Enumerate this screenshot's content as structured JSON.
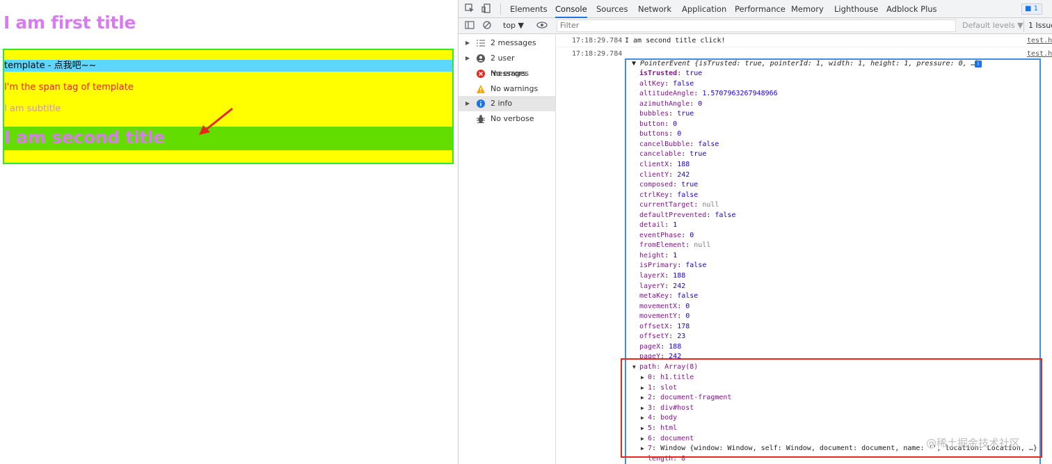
{
  "page": {
    "first_title": "I am first title",
    "template_text": "template - 点我吧~~",
    "span_text": "I'm the span tag of template",
    "subtitle": "I am subtitle",
    "second_title": "I am second title"
  },
  "devtools": {
    "tabs": [
      "Elements",
      "Console",
      "Sources",
      "Network",
      "Application",
      "Performance",
      "Memory",
      "Lighthouse",
      "Adblock Plus"
    ],
    "active_tab": "Console",
    "issue_badge": "1",
    "toolbar": {
      "context": "top ▼",
      "filter_placeholder": "Filter",
      "levels": "Default levels ▼",
      "issues": "1 Issue"
    },
    "sidebar": [
      {
        "label": "2 messages",
        "icon": "list-icon",
        "expandable": true
      },
      {
        "label": "2 user messages",
        "icon": "user-icon",
        "expandable": true
      },
      {
        "label": "No errors",
        "icon": "error-icon",
        "expandable": false
      },
      {
        "label": "No warnings",
        "icon": "warning-icon",
        "expandable": false
      },
      {
        "label": "2 info",
        "icon": "info-icon",
        "expandable": true
      },
      {
        "label": "No verbose",
        "icon": "bug-icon",
        "expandable": false
      }
    ],
    "logs": [
      {
        "time": "17:18:29.784",
        "message": "I am second title click!",
        "source": "test.h"
      },
      {
        "time": "17:18:29.784",
        "message": "",
        "source": "test.h"
      }
    ],
    "object_header": "▼ PointerEvent {isTrusted: true, pointerId: 1, width: 1, height: 1, pressure: 0, …}",
    "properties": [
      {
        "key": "isTrusted",
        "value": "true",
        "type": "bool",
        "bold": true
      },
      {
        "key": "altKey",
        "value": "false",
        "type": "bool"
      },
      {
        "key": "altitudeAngle",
        "value": "1.5707963267948966",
        "type": "num"
      },
      {
        "key": "azimuthAngle",
        "value": "0",
        "type": "num"
      },
      {
        "key": "bubbles",
        "value": "true",
        "type": "bool"
      },
      {
        "key": "button",
        "value": "0",
        "type": "num"
      },
      {
        "key": "buttons",
        "value": "0",
        "type": "num"
      },
      {
        "key": "cancelBubble",
        "value": "false",
        "type": "bool"
      },
      {
        "key": "cancelable",
        "value": "true",
        "type": "bool"
      },
      {
        "key": "clientX",
        "value": "188",
        "type": "num"
      },
      {
        "key": "clientY",
        "value": "242",
        "type": "num"
      },
      {
        "key": "composed",
        "value": "true",
        "type": "bool"
      },
      {
        "key": "ctrlKey",
        "value": "false",
        "type": "bool"
      },
      {
        "key": "currentTarget",
        "value": "null",
        "type": "null"
      },
      {
        "key": "defaultPrevented",
        "value": "false",
        "type": "bool"
      },
      {
        "key": "detail",
        "value": "1",
        "type": "num"
      },
      {
        "key": "eventPhase",
        "value": "0",
        "type": "num"
      },
      {
        "key": "fromElement",
        "value": "null",
        "type": "null"
      },
      {
        "key": "height",
        "value": "1",
        "type": "num"
      },
      {
        "key": "isPrimary",
        "value": "false",
        "type": "bool"
      },
      {
        "key": "layerX",
        "value": "188",
        "type": "num"
      },
      {
        "key": "layerY",
        "value": "242",
        "type": "num"
      },
      {
        "key": "metaKey",
        "value": "false",
        "type": "bool"
      },
      {
        "key": "movementX",
        "value": "0",
        "type": "num"
      },
      {
        "key": "movementY",
        "value": "0",
        "type": "num"
      },
      {
        "key": "offsetX",
        "value": "178",
        "type": "num"
      },
      {
        "key": "offsetY",
        "value": "23",
        "type": "num"
      },
      {
        "key": "pageX",
        "value": "188",
        "type": "num"
      },
      {
        "key": "pageY",
        "value": "242",
        "type": "num"
      }
    ],
    "path_header": "path: Array(8)",
    "path_items": [
      {
        "index": "0",
        "value": "h1.title"
      },
      {
        "index": "1",
        "value": "slot"
      },
      {
        "index": "2",
        "value": "document-fragment"
      },
      {
        "index": "3",
        "value": "div#host"
      },
      {
        "index": "4",
        "value": "body"
      },
      {
        "index": "5",
        "value": "html"
      },
      {
        "index": "6",
        "value": "document"
      },
      {
        "index": "7",
        "value": "Window {window: Window, self: Window, document: document, name: '', location: Location, …}"
      }
    ],
    "path_length": "length: 8"
  },
  "watermark": "@稀土掘金技术社区",
  "colors": {
    "title_purple": "#d67cf0",
    "host_yellow": "#ffff00",
    "host_border": "#33e62e",
    "template_blue": "#5bd8fb",
    "span_red": "#e8261e",
    "second_green": "#63dd00",
    "highlight_blue": "#3b8fe8",
    "highlight_red": "#e8261e"
  }
}
